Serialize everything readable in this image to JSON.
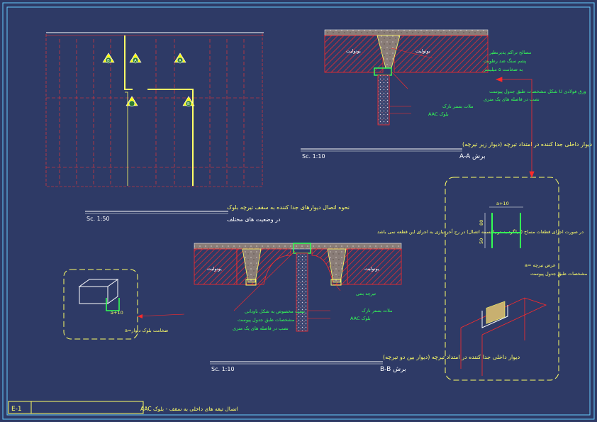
{
  "sheet": {
    "sheet_code": "E-1",
    "sheet_title": "اتصال تیغه های داخلی به سقف - بلوک AAC"
  },
  "plan": {
    "title": "نحوه اتصال دیوارهای جدا کننده به سقف تیرچه بلوک",
    "subtitle": "در وضعیت های مختلف",
    "scale": "Sc. 1:50",
    "markers": [
      "B",
      "A",
      "A",
      "B"
    ]
  },
  "section_a": {
    "block_left": "یونولیت",
    "block_right": "یونولیت",
    "notes": [
      "مصالح تراکم پذیرنظیر",
      "پشم سنگ ضد رطوبت",
      "به ضخامت ۵ میلیمتر",
      "ورق فولادی U شکل مشخصات طبق جدول پیوست",
      "نصب در فاصله های یک متری",
      "ملات بستر نازک",
      "بلوک AAC"
    ],
    "title": "دیوار داخلی جدا کننده در امتداد تیرچه (دیوار زیر تیرچه)",
    "scale": "Sc. 1:10",
    "label": "برش A-A"
  },
  "section_b": {
    "top_note": "در صورت اجرای قطعات مساح (میلگرد بستر یا تسمه اتصال) در رج آخر نیازی به اجرای این قطعه نمی باشد",
    "block_left": "یونولیت",
    "block_right": "یونولیت",
    "notes_left": [
      "بست مخصوص به شکل ناودانی",
      "مشخصات طبق جدول پیوست",
      "نصب در فاصله های یک متری"
    ],
    "notes_right": [
      "تیرچه بتنی",
      "ملات بستر نازک",
      "بلوک AAC"
    ],
    "title": "دیوار داخلی جدا کننده در امتداد تیرچه (دیوار بین دو تیرچه)",
    "scale": "Sc. 1:10",
    "label": "برش B-B"
  },
  "clip_detail": {
    "dim": "a+10",
    "caption": "ضخامت بلوک دیوار=a"
  },
  "u_detail": {
    "dim_top": "a+10",
    "dim_a": "80",
    "dim_b": "50",
    "caption1": "عرض تیرچه =a",
    "caption2": "مشخصات طبق جدول پیوست"
  },
  "colors": {
    "background": "#2e3a66",
    "border": "#66ccff",
    "text_yellow": "#ffff66",
    "text_green": "#33ff55",
    "hatch_red": "#ff2a2a"
  }
}
